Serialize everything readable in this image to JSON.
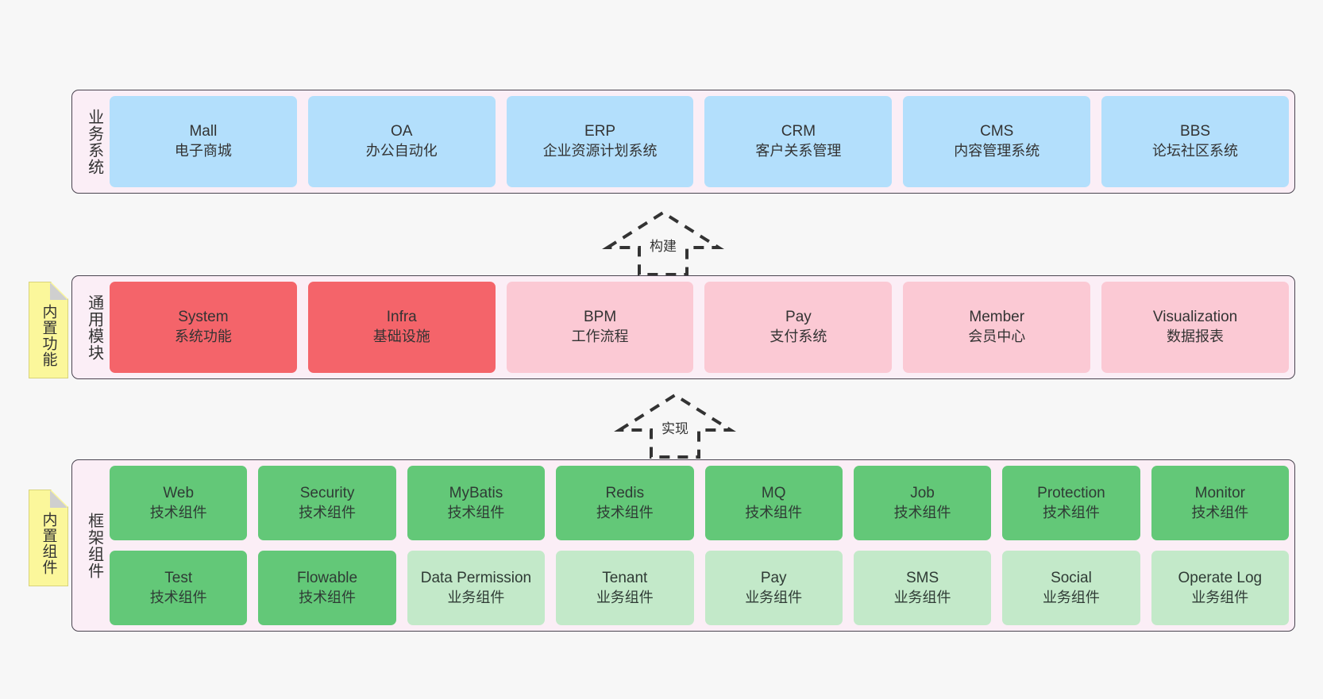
{
  "theme": {
    "background": "#f7f7f7",
    "layer_fill": "#fbeef6",
    "layer_border": "#4a4450",
    "blue": "#b3dffc",
    "red": "#f4646a",
    "pink": "#fbc9d4",
    "green": "#63c878",
    "light_green": "#c3e9c9",
    "note_yellow": "#fbf79b"
  },
  "layers": [
    {
      "id": "business-system",
      "title": "业务系统",
      "rows": [
        {
          "cards": [
            {
              "name": "Mall",
              "en": "Mall",
              "cn": "电子商城",
              "color": "blue"
            },
            {
              "name": "OA",
              "en": "OA",
              "cn": "办公自动化",
              "color": "blue"
            },
            {
              "name": "ERP",
              "en": "ERP",
              "cn": "企业资源计划系统",
              "color": "blue"
            },
            {
              "name": "CRM",
              "en": "CRM",
              "cn": "客户关系管理",
              "color": "blue"
            },
            {
              "name": "CMS",
              "en": "CMS",
              "cn": "内容管理系统",
              "color": "blue"
            },
            {
              "name": "BBS",
              "en": "BBS",
              "cn": "论坛社区系统",
              "color": "blue"
            }
          ]
        }
      ]
    },
    {
      "id": "general-module",
      "title": "通用模块",
      "note": "内置功能",
      "rows": [
        {
          "cards": [
            {
              "name": "System",
              "en": "System",
              "cn": "系统功能",
              "color": "red"
            },
            {
              "name": "Infra",
              "en": "Infra",
              "cn": "基础设施",
              "color": "red"
            },
            {
              "name": "BPM",
              "en": "BPM",
              "cn": "工作流程",
              "color": "pink"
            },
            {
              "name": "Pay",
              "en": "Pay",
              "cn": "支付系统",
              "color": "pink"
            },
            {
              "name": "Member",
              "en": "Member",
              "cn": "会员中心",
              "color": "pink"
            },
            {
              "name": "Visualization",
              "en": "Visualization",
              "cn": "数据报表",
              "color": "pink"
            }
          ]
        }
      ]
    },
    {
      "id": "framework-component",
      "title": "框架组件",
      "note": "内置组件",
      "rows": [
        {
          "cards": [
            {
              "name": "Web",
              "en": "Web",
              "cn": "技术组件",
              "color": "green"
            },
            {
              "name": "Security",
              "en": "Security",
              "cn": "技术组件",
              "color": "green"
            },
            {
              "name": "MyBatis",
              "en": "MyBatis",
              "cn": "技术组件",
              "color": "green"
            },
            {
              "name": "Redis",
              "en": "Redis",
              "cn": "技术组件",
              "color": "green"
            },
            {
              "name": "MQ",
              "en": "MQ",
              "cn": "技术组件",
              "color": "green"
            },
            {
              "name": "Job",
              "en": "Job",
              "cn": "技术组件",
              "color": "green"
            },
            {
              "name": "Protection",
              "en": "Protection",
              "cn": "技术组件",
              "color": "green"
            },
            {
              "name": "Monitor",
              "en": "Monitor",
              "cn": "技术组件",
              "color": "green"
            }
          ]
        },
        {
          "cards": [
            {
              "name": "Test",
              "en": "Test",
              "cn": "技术组件",
              "color": "green"
            },
            {
              "name": "Flowable",
              "en": "Flowable",
              "cn": "技术组件",
              "color": "green"
            },
            {
              "name": "Data Permission",
              "en": "Data Permission",
              "cn": "业务组件",
              "color": "light_green"
            },
            {
              "name": "Tenant",
              "en": "Tenant",
              "cn": "业务组件",
              "color": "light_green"
            },
            {
              "name": "Pay",
              "en": "Pay",
              "cn": "业务组件",
              "color": "light_green"
            },
            {
              "name": "SMS",
              "en": "SMS",
              "cn": "业务组件",
              "color": "light_green"
            },
            {
              "name": "Social",
              "en": "Social",
              "cn": "业务组件",
              "color": "light_green"
            },
            {
              "name": "Operate Log",
              "en": "Operate Log",
              "cn": "业务组件",
              "color": "light_green"
            }
          ]
        }
      ]
    }
  ],
  "connectors": [
    {
      "id": "build",
      "label": "构建"
    },
    {
      "id": "implement",
      "label": "实现"
    }
  ]
}
